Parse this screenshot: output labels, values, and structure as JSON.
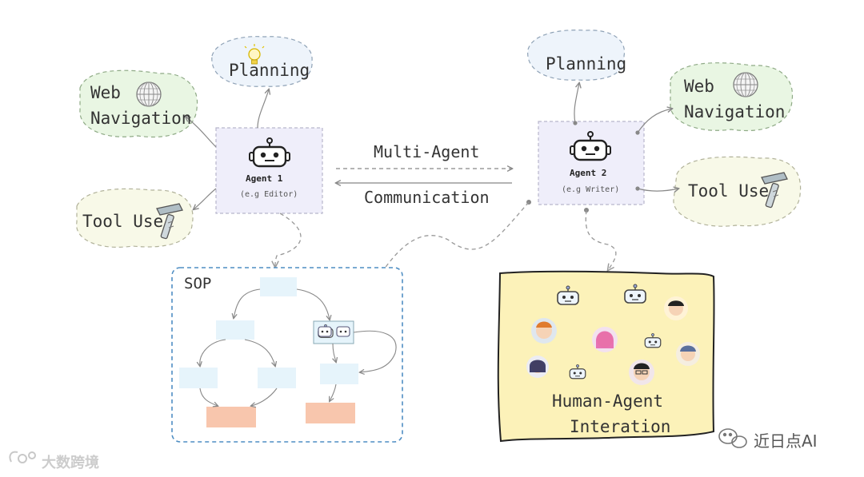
{
  "agent1": {
    "name": "Agent 1",
    "role": "(e.g Editor)"
  },
  "agent2": {
    "name": "Agent 2",
    "role": "(e.g Writer)"
  },
  "left": {
    "planning": "Planning",
    "web1": "Web",
    "web2": "Navigation",
    "tool": "Tool Use"
  },
  "right": {
    "planning": "Planning",
    "web1": "Web",
    "web2": "Navigation",
    "tool": "Tool Use"
  },
  "comm": {
    "line1": "Multi-Agent",
    "line2": "Communication"
  },
  "sop": {
    "title": "SOP"
  },
  "hai": {
    "line1": "Human-Agent",
    "line2": "Interation"
  },
  "watermark_left": "大数跨境",
  "watermark_right": "近日点AI",
  "colors": {
    "agent_box": "#efeefa",
    "planning_blob": "#eef4fb",
    "web_blob": "#e9f6e3",
    "tool_blob": "#f8f9e8",
    "sop_border": "#4f8ec3",
    "sop_box": "#e6f4fb",
    "sop_leaf": "#f8c6ad",
    "hai_bg": "#fcf2b9"
  }
}
